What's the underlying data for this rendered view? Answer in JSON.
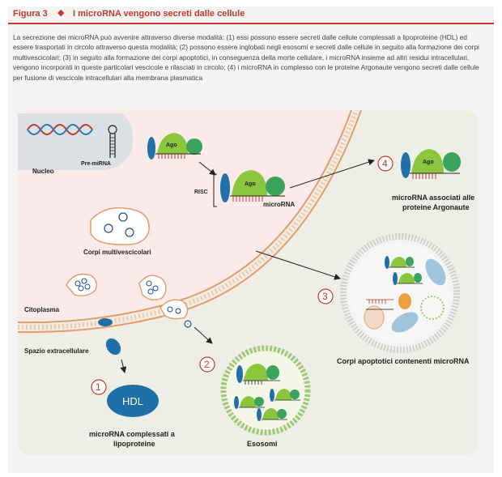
{
  "figure": {
    "label": "Figura 3",
    "separator": "◆",
    "title": "I microRNA vengono secreti dalle cellule"
  },
  "caption": "La secrezione dei microRNA può avvenire attraverso diverse modalità: (1) essi possono essere secreti dalle cellule complessati a lipoproteine (HDL) ed essere trasportati in circolo attraverso questa modalità; (2) possono essere inglobati negli esosomi e secreti dalle cellule in seguito alla formazione dei corpi multivescicolari; (3) in seguito alla formazione dei corpi apoptotici, in conseguenza della morte cellulare, i microRNA insieme ad altri residui intracellulari, vengono incorporati in queste particolari vescicole e rilasciati in circolo; (4) i microRNA in complesso con le proteine Argonaute vengono secreti dalle cellule per fusione di vescicole intracellulari alla membrana plasmatica",
  "labels": {
    "nucleo": "Nucleo",
    "pre_mirna": "Pre-miRNA",
    "ago": "Ago",
    "risc": "RISC",
    "microrna": "microRNA",
    "corpi_multivescicolari": "Corpi multivescicolari",
    "citoplasma": "Citoplasma",
    "spazio_extracellulare": "Spazio extracellulare",
    "hdl": "HDL",
    "microrna_lipoproteine_1": "microRNA complessati a",
    "microrna_lipoproteine_2": "lipoproteine",
    "esosomi": "Esosomi",
    "corpi_apoptotici": "Corpi apoptotici contenenti microRNA",
    "argonaute_1": "microRNA associati alle",
    "argonaute_2": "proteine Argonaute"
  },
  "steps": [
    "1",
    "2",
    "3",
    "4"
  ],
  "colors": {
    "accent": "#c0392b",
    "cell_fill": "#fbeaea",
    "membrane": "#e69a6a",
    "ago_green": "#8cc63f",
    "dark_green": "#3aa35c",
    "blue": "#1f6fa8",
    "panel": "#efeee6"
  }
}
